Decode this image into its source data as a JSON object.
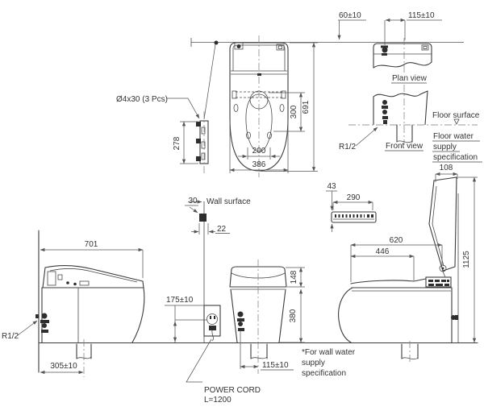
{
  "drawing": {
    "top_view": {
      "bolt_spec": "Ø4x30 (3 Pcs)",
      "plate_height": "278",
      "length": "691",
      "pitch": "300",
      "trap": "200",
      "width": "386"
    },
    "plan_view": {
      "label": "Plan view",
      "offset": "60±10",
      "supply_offset": "115±10"
    },
    "front_view": {
      "label": "Front view",
      "floor_label": "Floor surface",
      "thread": "R1/2",
      "note1": "Floor water",
      "note2": "supply",
      "note3": "specification"
    },
    "side_right": {
      "lid_width": "108",
      "height": "1125",
      "depth": "620",
      "seat_depth": "446",
      "note1": "*For wall water",
      "note2": "supply",
      "note3": "specification"
    },
    "remote": {
      "height": "43",
      "width": "290"
    },
    "side_left": {
      "depth": "701",
      "thread": "R1/2",
      "rough_in": "305±10"
    },
    "rear_view": {
      "wall_label": "Wall surface",
      "plate_offset": "30",
      "plate_gap": "22",
      "lid_height": "148",
      "body_height": "380",
      "supply_offset": "115±10",
      "outlet_height": "175±10",
      "power1": "POWER CORD",
      "power2": "L=1200"
    }
  }
}
